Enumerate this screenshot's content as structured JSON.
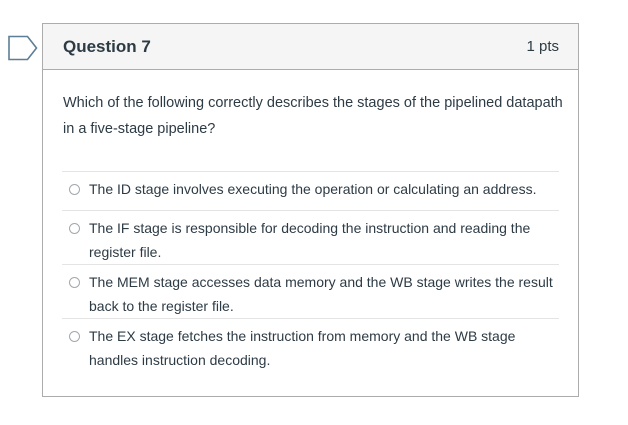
{
  "header": {
    "title": "Question 7",
    "points": "1 pts"
  },
  "question": {
    "text": "Which of the following correctly describes the stages of the pipelined datapath in a five-stage pipeline?",
    "options": [
      "The ID stage involves executing the operation or calculating an address.",
      "The IF stage is responsible for decoding the instruction and reading the register file.",
      "The MEM stage accesses data memory and the WB stage writes the result back to the register file.",
      "The EX stage fetches the instruction from memory and the WB stage handles instruction decoding."
    ]
  },
  "icons": {
    "flag": "bookmark-flag-icon"
  },
  "colors": {
    "card_border": "#ACACAC",
    "header_background": "#F5F5F5",
    "text": "#2D3B45",
    "divider": "#E4E4E4",
    "radio_border": "#A2A8AC",
    "flag_outline": "#5C7E96"
  }
}
